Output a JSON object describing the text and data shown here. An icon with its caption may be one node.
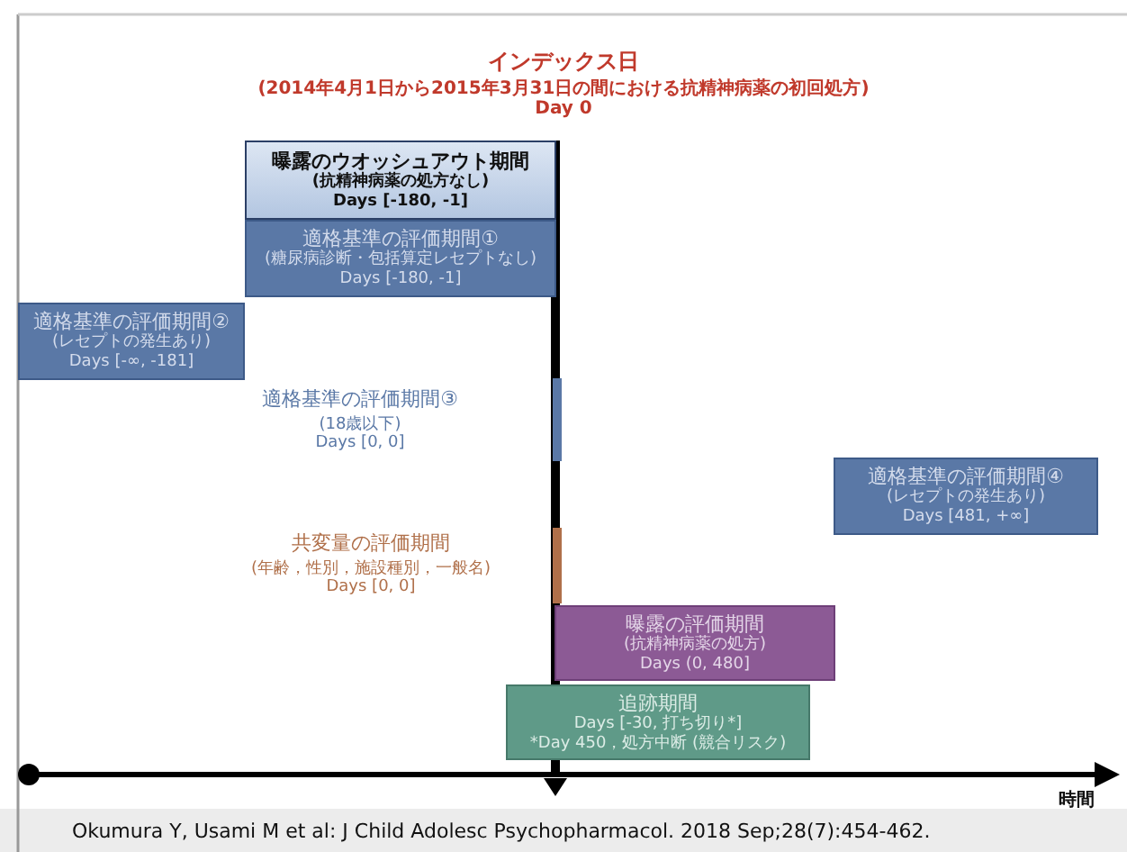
{
  "diagram": {
    "title": "インデックス日",
    "nodes": [
      {
        "text": [
          "曝露のウオッシュアウト期間",
          "(抗精神病薬の処方なし)",
          "Days [-180, -1]"
        ]
      },
      {
        "text": [
          "適格基準の評価期間①",
          "(糖尿病診断・包括算定レセプトなし)",
          "Days [-180, -1]"
        ]
      },
      {
        "text": [
          "適格基準の評価期間②",
          "(レセプトの発生あり)",
          "Days [-∞, -181]"
        ]
      },
      {
        "text": [
          "適格基準の評価期間④",
          "(レセプトの発生あり)",
          "Days [481, +∞]"
        ]
      },
      {
        "text": [
          "曝露の評価期間",
          "(抗精神病薬の処方)",
          "Days (0, 480]"
        ]
      },
      {
        "text": [
          "追跡期間",
          "Days [-30, 打ち切り*]",
          "*Day 450，処方中断 (競合リスク)"
        ]
      }
    ],
    "labels": [
      "(2014年4月1日から2015年3月31日の間における抗精神病薬の初回処方)",
      "Day 0",
      "適格基準の評価期間③",
      "(18歳以下)",
      "Days [0, 0]",
      "共変量の評価期間",
      "(年齢，性別，施設種別，一般名)",
      "Days [0, 0]",
      "時間"
    ],
    "caption": "Okumura Y, Usami M et al: J Child Adolesc Psychopharmacol. 2018 Sep;28(7):454-462."
  }
}
